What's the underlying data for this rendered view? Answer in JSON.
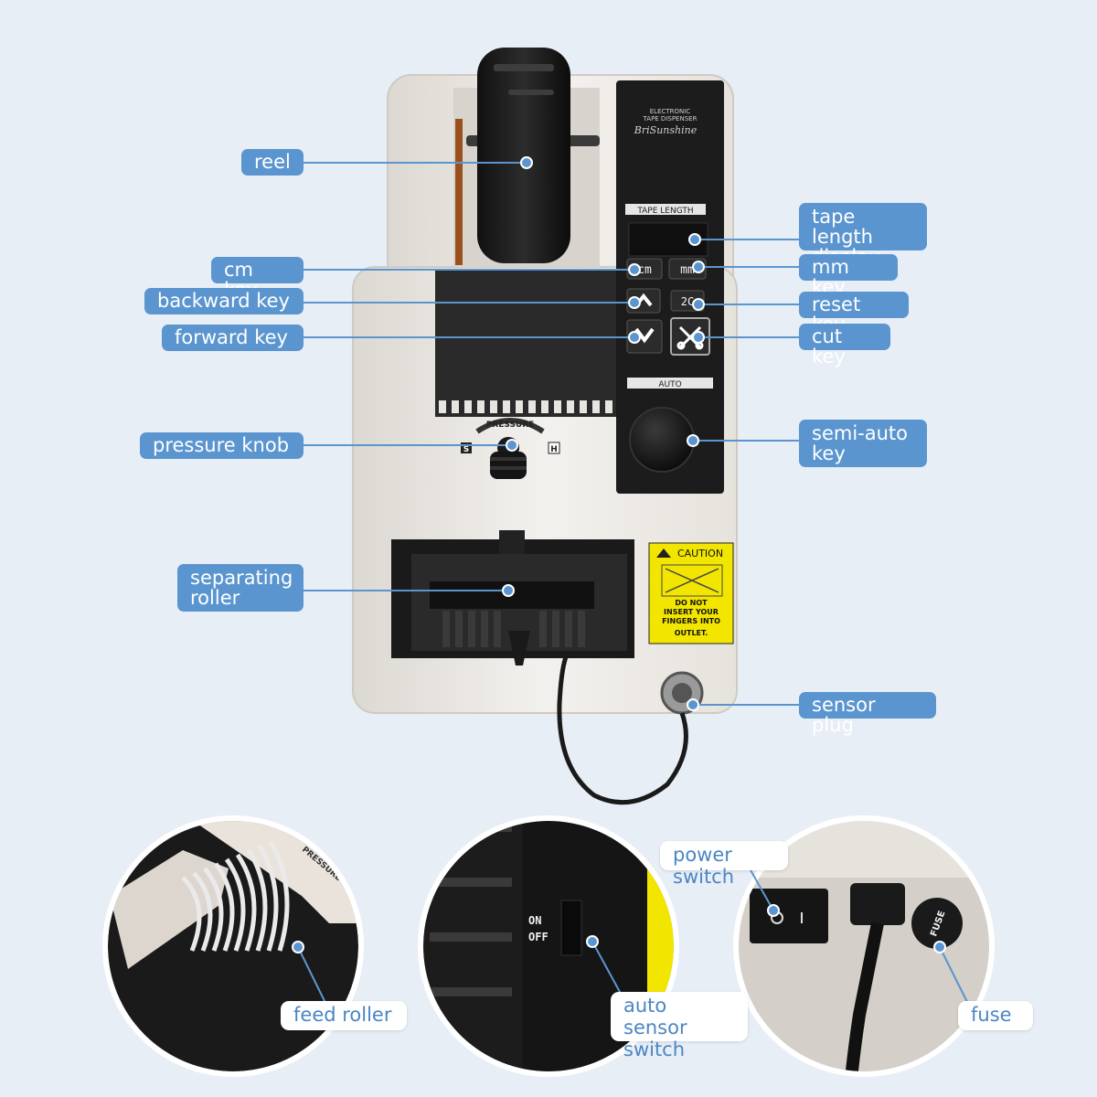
{
  "colors": {
    "background": "#e8eef6",
    "callout_fill": "#5b95cf",
    "callout_text": "#ffffff",
    "leader_line": "#5b95cf",
    "device_body": "#efece8",
    "panel": "#1c1c1c",
    "caution_yellow": "#f2e600"
  },
  "device": {
    "panel_title_line1": "ELECTRONIC",
    "panel_title_line2": "TAPE DISPENSER",
    "brand": "BriSunshine",
    "tape_length_label": "TAPE LENGTH",
    "cm_key": "cm",
    "mm_key": "mm",
    "reset_key": "2C",
    "auto_label": "AUTO",
    "pressure_label": "PRESSURE",
    "pressure_s": "S",
    "pressure_h": "H",
    "caution_title": "CAUTION",
    "caution_text_1": "DO NOT",
    "caution_text_2": "INSERT YOUR",
    "caution_text_3": "FINGERS INTO",
    "caution_text_4": "OUTLET.",
    "switch_on": "ON",
    "switch_off": "OFF",
    "fuse_label": "FUSE"
  },
  "callouts": {
    "reel": "reel",
    "tape_length_display": "tape length\ndisplay",
    "cm_key": "cm key",
    "mm_key": "mm key",
    "backward_key": "backward key",
    "reset_key": "reset key",
    "forward_key": "forward key",
    "cut_key": "cut key",
    "pressure_knob": "pressure knob",
    "semi_auto_key": "semi-auto\nkey",
    "separating_roller": "separating\nroller",
    "sensor_plug": "sensor plug"
  },
  "insets": {
    "feed_roller": "feed roller",
    "auto_sensor_switch": "auto sensor\nswitch",
    "power_switch": "power switch",
    "fuse": "fuse"
  }
}
